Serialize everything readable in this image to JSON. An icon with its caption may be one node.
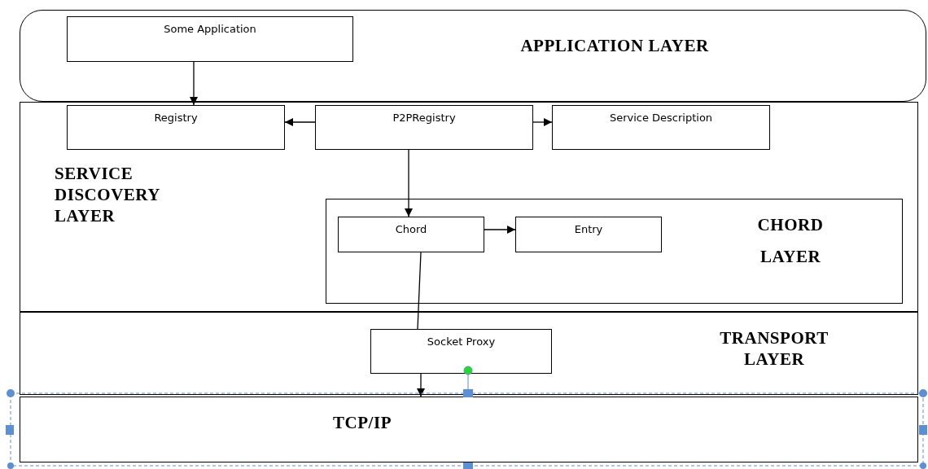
{
  "diagram": {
    "nodes": [
      {
        "text": [
          "APPLICATION LAYER"
        ]
      },
      {
        "text": [
          "Some Application"
        ],
        "in": 0
      },
      {
        "text": [
          "SERVICE DISCOVERY LAYER"
        ]
      },
      {
        "text": [
          "Registry"
        ],
        "in": 2
      },
      {
        "text": [
          "P2PRegistry"
        ],
        "in": 2
      },
      {
        "text": [
          "Service Description"
        ],
        "in": 2
      },
      {
        "text": [
          "CHORD LAYER"
        ],
        "in": 2
      },
      {
        "text": [
          "Chord"
        ],
        "in": 6
      },
      {
        "text": [
          "Entry"
        ],
        "in": 6
      },
      {
        "text": [
          "TRANSPORT LAYER"
        ]
      },
      {
        "text": [
          "Socket Proxy"
        ],
        "in": 9
      },
      {
        "text": [
          "TCP/IP"
        ]
      }
    ],
    "edges": [
      {
        "from": 1,
        "to": 3,
        "arrow": "to"
      },
      {
        "from": 4,
        "to": 3,
        "arrow": "to"
      },
      {
        "from": 4,
        "to": 5,
        "arrow": "to"
      },
      {
        "from": 4,
        "to": 7,
        "arrow": "to"
      },
      {
        "from": 7,
        "to": 8,
        "arrow": "to"
      },
      {
        "from": 7,
        "to": 10,
        "arrow": "none"
      },
      {
        "from": 10,
        "to": 11,
        "arrow": "to"
      }
    ]
  }
}
